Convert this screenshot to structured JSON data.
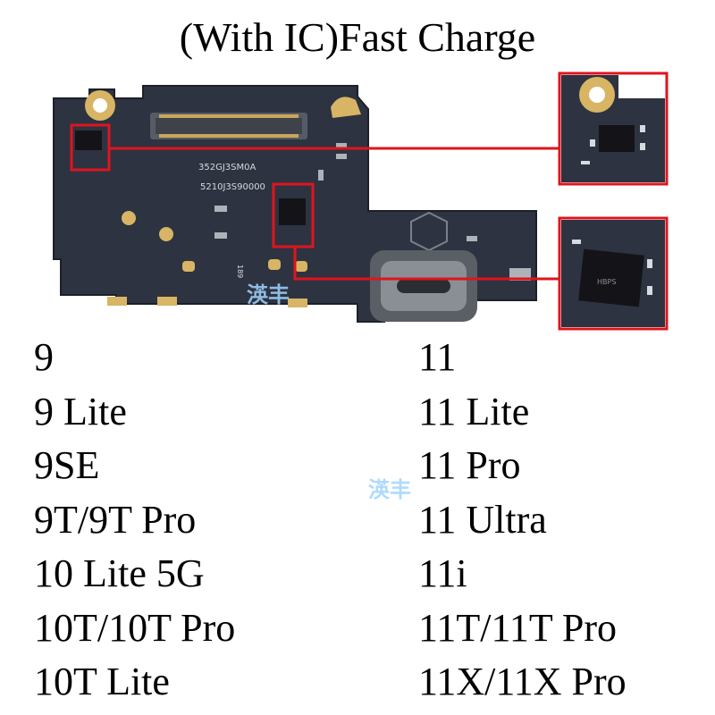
{
  "title": "(With IC)Fast Charge",
  "pcb": {
    "silkscreen_top": "352GJ3SM0A",
    "silkscreen_mid": "5210J3S90000",
    "silkscreen_side": "189",
    "chip_mark": "HBPS",
    "colors": {
      "board": "#2d3340",
      "gold": "#d8b465",
      "highlight": "#e0141e"
    }
  },
  "watermark": "渶丰",
  "models_left": [
    "9",
    "9 Lite",
    "9SE",
    "9T/9T Pro",
    "10 Lite 5G",
    "10T/10T Pro",
    "10T Lite"
  ],
  "models_right": [
    "11",
    "11 Lite",
    "11 Pro",
    "11 Ultra",
    "11i",
    "11T/11T Pro",
    "11X/11X Pro"
  ]
}
